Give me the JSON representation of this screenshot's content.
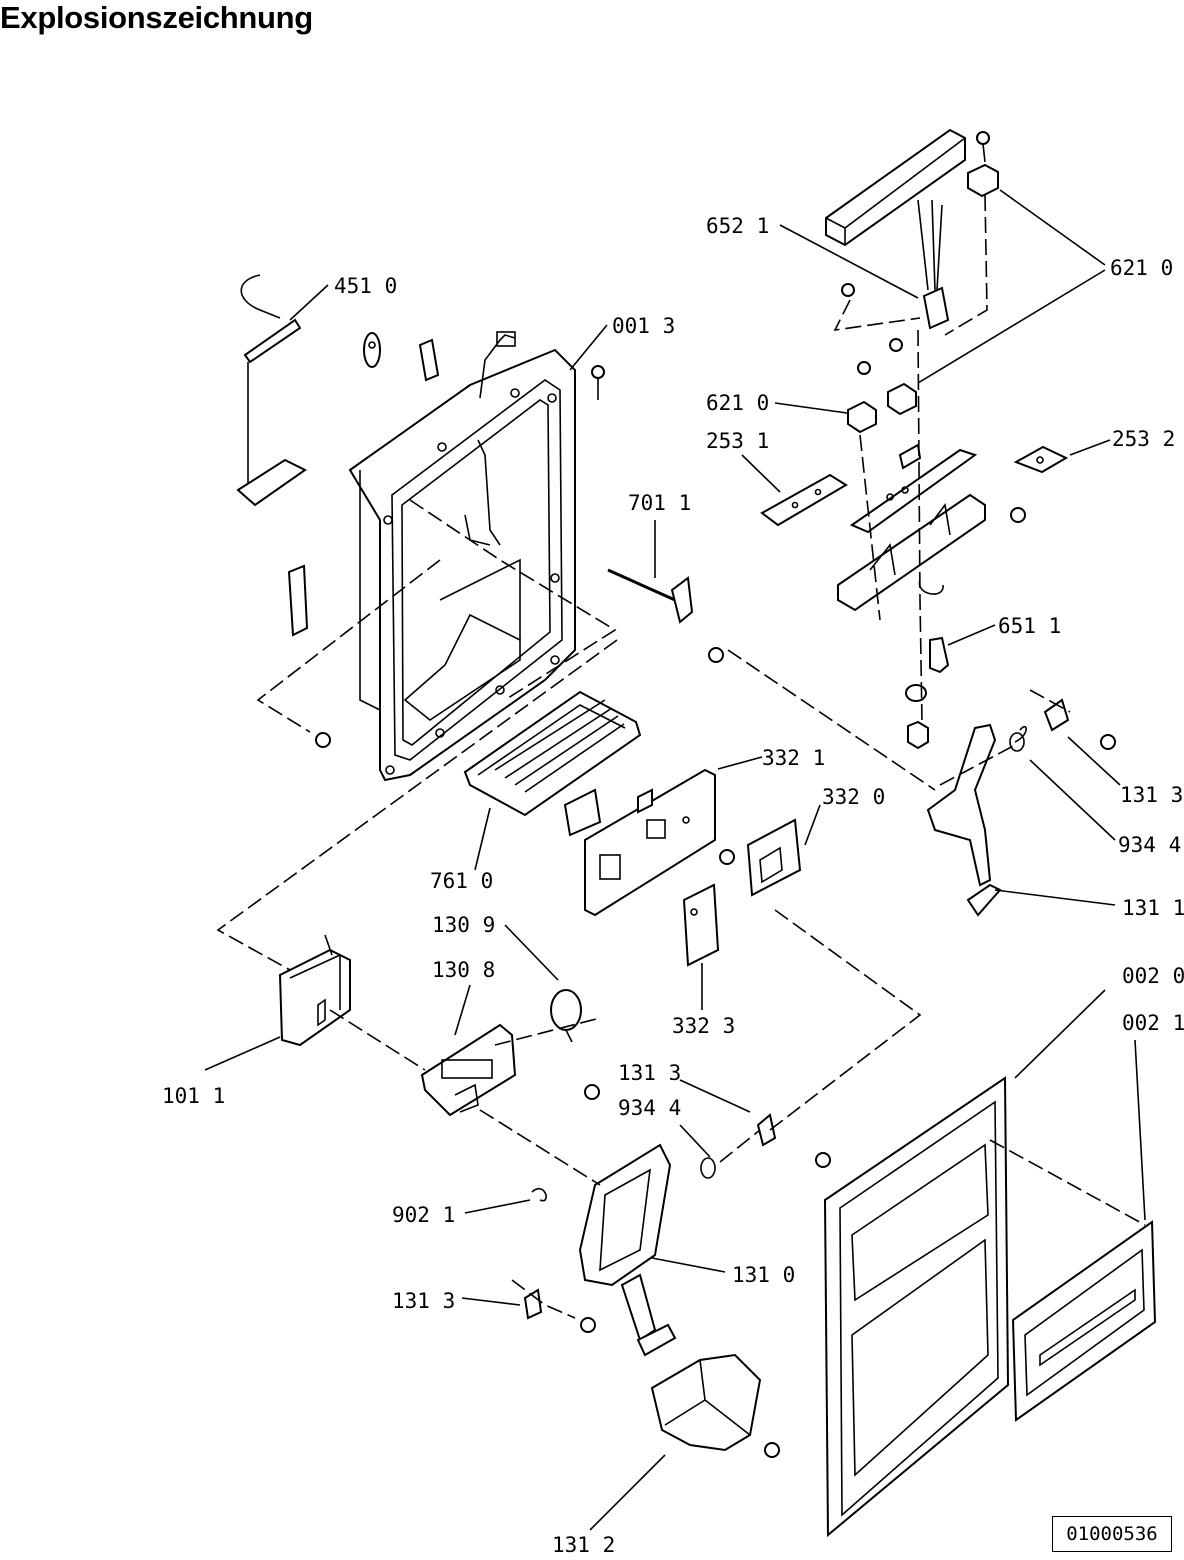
{
  "title": "Explosionszeichnung",
  "document_number": "01000536",
  "part_labels": [
    "652 1",
    "621 0",
    "451 0",
    "001 3",
    "621 0",
    "253 1",
    "253 2",
    "701 1",
    "651 1",
    "131 3",
    "934 4",
    "332 1",
    "332 0",
    "131 1",
    "761 0",
    "130 9",
    "130 8",
    "332 3",
    "002 0",
    "002 1",
    "101 1",
    "131 3",
    "934 4",
    "902 1",
    "131 0",
    "131 3",
    "131 2"
  ]
}
